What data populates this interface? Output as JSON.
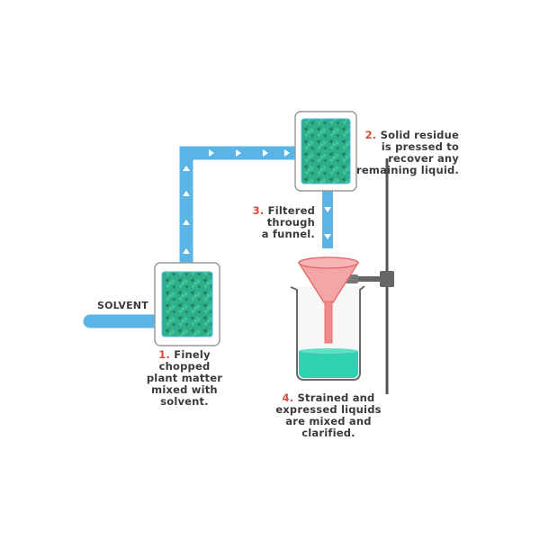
{
  "inlet": {
    "label": "SOLVENT"
  },
  "steps": [
    {
      "number": "1.",
      "lines": [
        "Finely chopped",
        "plant matter",
        "mixed with",
        "solvent."
      ]
    },
    {
      "number": "2.",
      "lines": [
        "Solid residue",
        "is pressed to",
        "recover any",
        "remaining liquid."
      ]
    },
    {
      "number": "3.",
      "lines": [
        "Filtered",
        "through",
        "a funnel."
      ]
    },
    {
      "number": "4.",
      "lines": [
        "Strained and",
        "expressed liquids",
        "are mixed and",
        "clarified."
      ]
    }
  ],
  "colors": {
    "pipe": "#5ab4e6",
    "pipe_dark": "#3f9fd6",
    "plant_green": "#2fae8a",
    "plant_dark": "#1f7f6a",
    "liquid": "#2fd1b0",
    "funnel": "#f08a8a",
    "stand": "#555555",
    "step_number": "#d94a3a",
    "text": "#3a3a3a"
  }
}
